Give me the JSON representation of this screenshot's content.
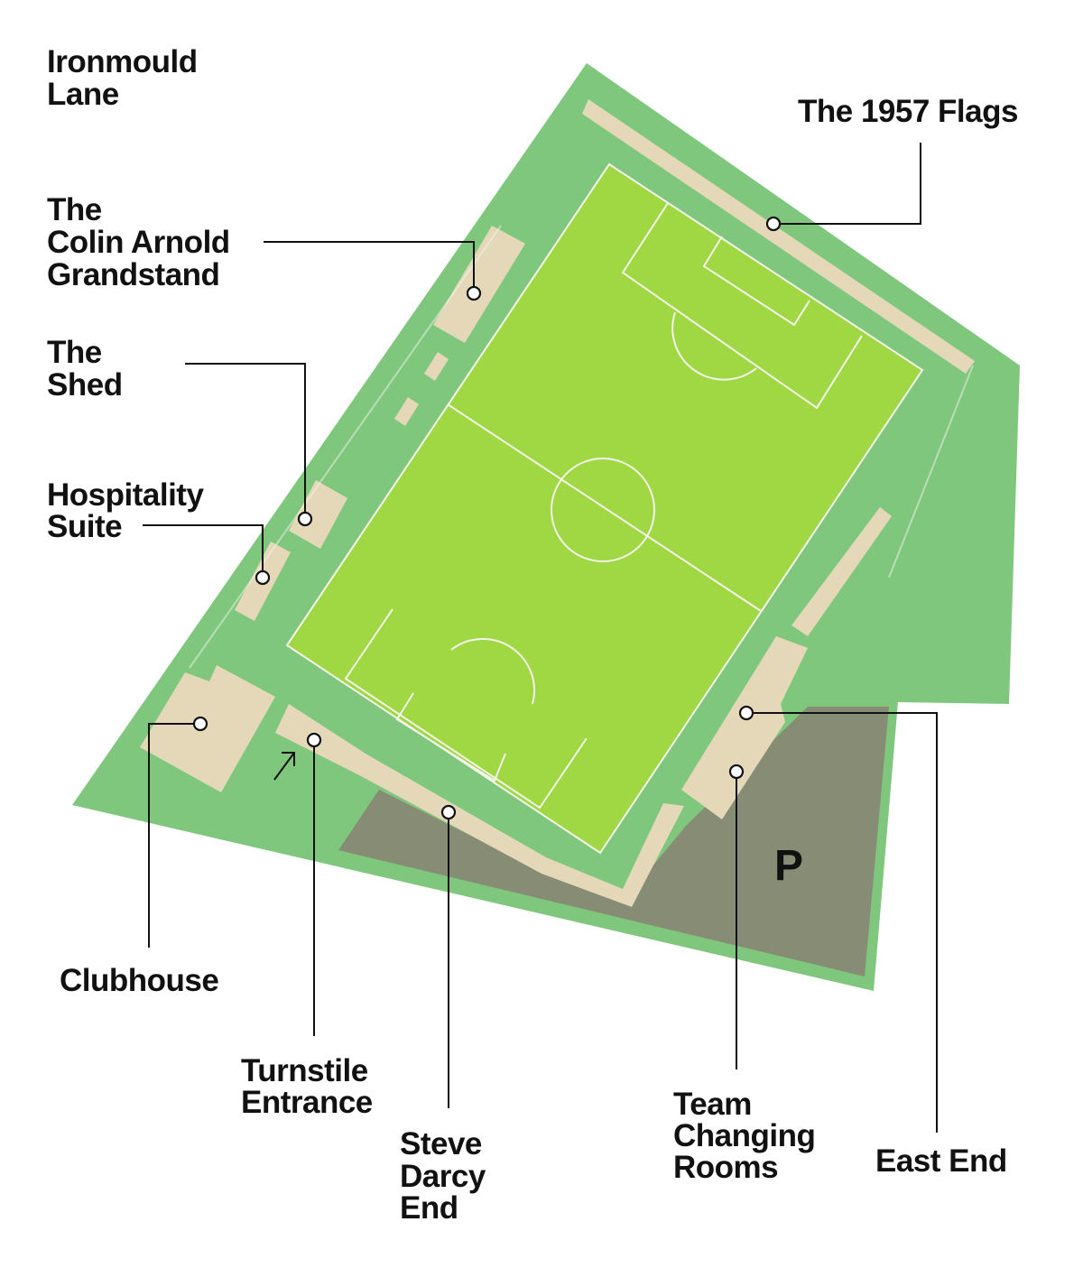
{
  "colors": {
    "ground": "#80c77e",
    "pitch": "#9fd843",
    "stand": "#e4d8b9",
    "parking": "#878c74",
    "text": "#111111"
  },
  "labels": {
    "ironmould": [
      "Ironmould",
      "Lane"
    ],
    "flags": [
      "The 1957 Flags"
    ],
    "colin": [
      "The",
      "Colin Arnold",
      "Grandstand"
    ],
    "shed": [
      "The",
      "Shed"
    ],
    "hospitality": [
      "Hospitality",
      "Suite"
    ],
    "clubhouse": [
      "Clubhouse"
    ],
    "turnstile": [
      "Turnstile",
      "Entrance"
    ],
    "steve": [
      "Steve",
      "Darcy",
      "End"
    ],
    "team": [
      "Team",
      "Changing",
      "Rooms"
    ],
    "east": [
      "East End"
    ],
    "parking": "P"
  }
}
